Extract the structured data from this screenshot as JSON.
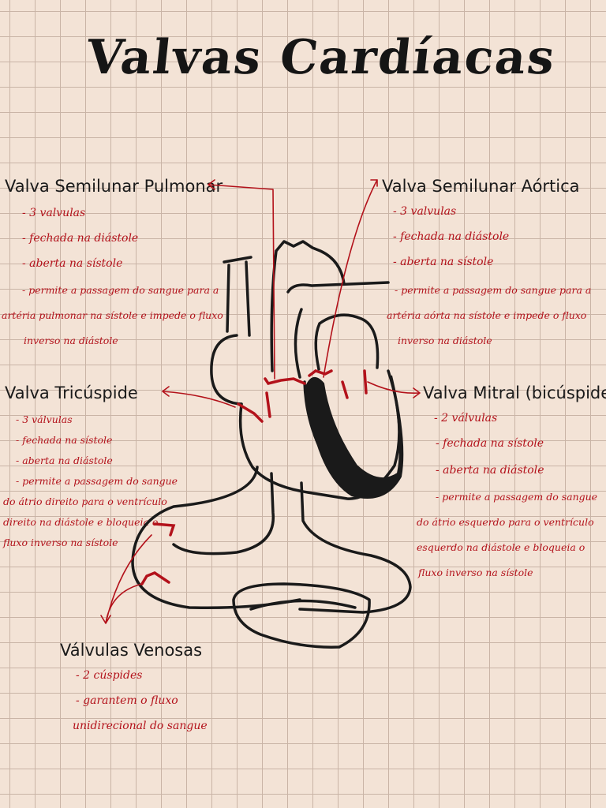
{
  "title": "Valvas Cardíacas",
  "colors": {
    "ink": "#1a1a1a",
    "accent": "#b3121b",
    "paper": "#f3e3d6",
    "grid": "#c9b4a6"
  },
  "pulmonar": {
    "heading": "Valva Semilunar Pulmonar",
    "notes": [
      "- 3 valvulas",
      "- fechada na diástole",
      "- aberta na sístole",
      "- permite a passagem do sangue para a",
      "artéria pulmonar  na sístole e impede o fluxo",
      "inverso na diástole"
    ]
  },
  "aortica": {
    "heading": "Valva Semilunar Aórtica",
    "notes": [
      "- 3 valvulas",
      "- fechada na diástole",
      "- aberta na sístole",
      "- permite a passagem do sangue para a",
      "artéria aórta na sístole e impede o fluxo",
      "inverso na diástole"
    ]
  },
  "tricuspide": {
    "heading": "Valva Tricúspide",
    "notes": [
      "- 3 válvulas",
      "- fechada na sístole",
      "- aberta na diástole",
      "- permite a passagem do sangue",
      "do átrio direito para o ventrículo",
      "direito na diástole e bloqueia o",
      "fluxo inverso na sístole"
    ]
  },
  "mitral": {
    "heading": "Valva Mitral (bicúspide)",
    "notes": [
      "- 2 válvulas",
      "- fechada na sístole",
      "- aberta na diástole",
      "- permite a passagem do sangue",
      "do átrio esquerdo para o ventrículo",
      "esquerdo na diástole e bloqueia o",
      "fluxo inverso na sístole"
    ]
  },
  "venosas": {
    "heading": "Válvulas Venosas",
    "notes": [
      "- 2 cúspides",
      "- garantem o fluxo",
      "unidirecional do sangue"
    ]
  }
}
